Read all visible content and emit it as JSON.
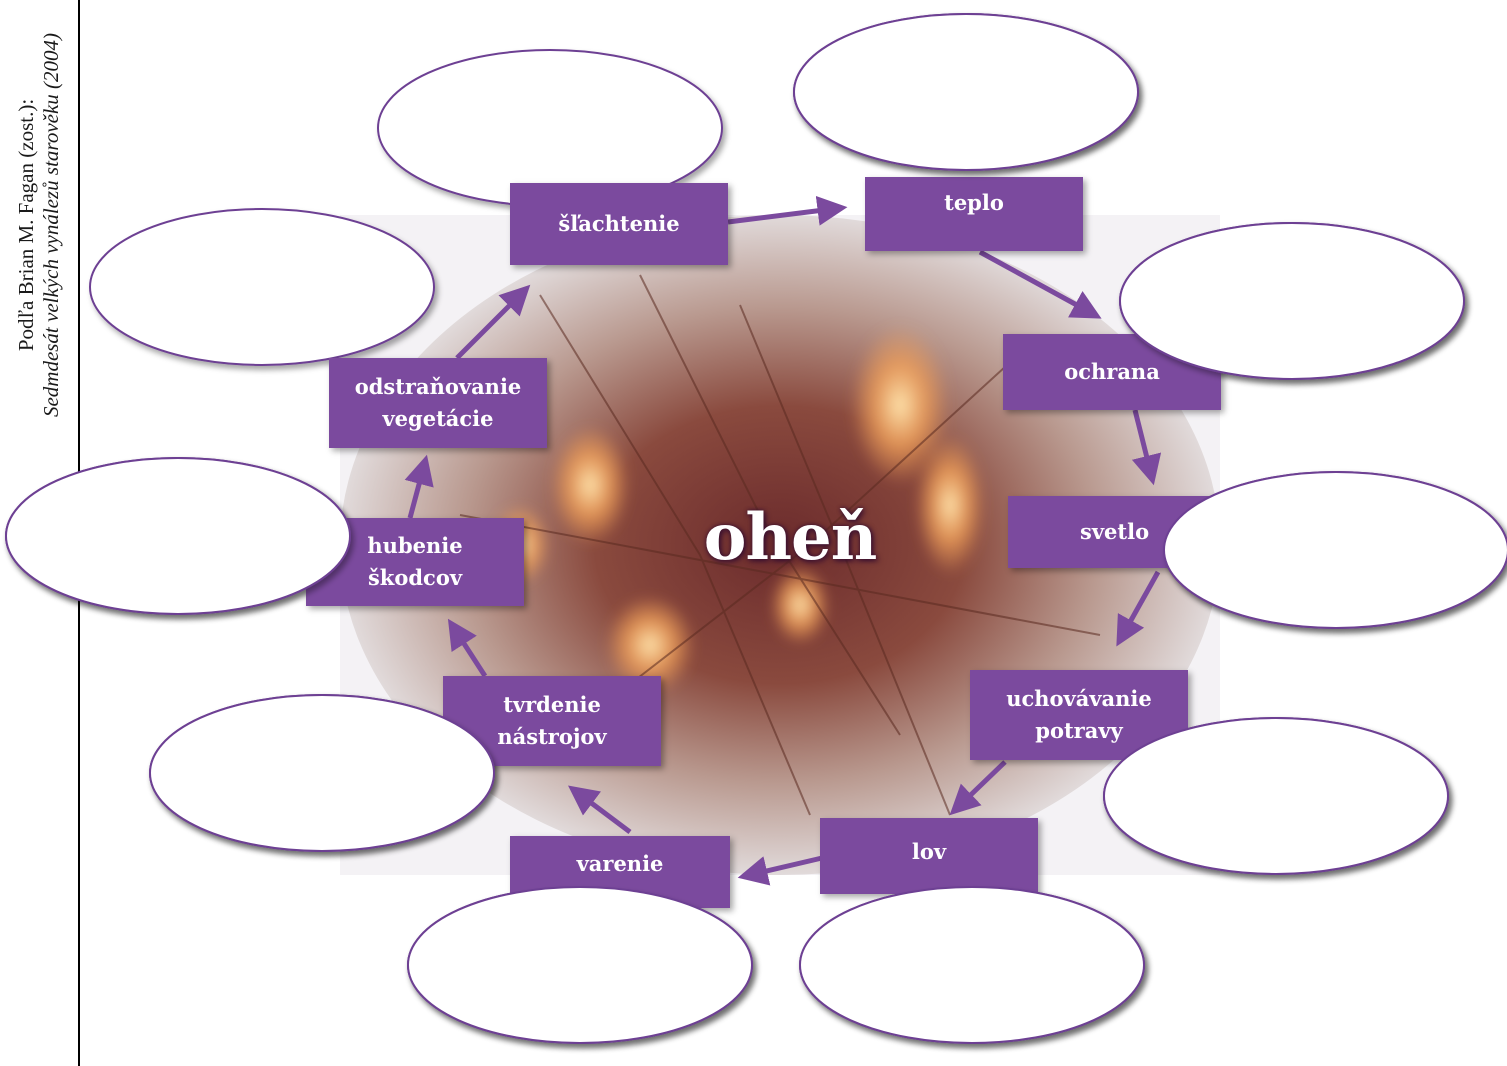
{
  "credit": {
    "line1": "Podľa Brian M. Fagan (zost.):",
    "line2": "Sedmdesát velkých vynálezů starověku (2004)"
  },
  "center": "oheň",
  "labels": {
    "slachtenie": "šľachtenie",
    "teplo": "teplo",
    "ochrana": "ochrana",
    "svetlo": "svetlo",
    "uchovavanie": "uchovávanie potravy",
    "lov": "lov",
    "varenie": "varenie",
    "tvrdenie": "tvrdenie nástrojov",
    "hubenie": "hubenie škodcov",
    "odstranovanie": "odstraňovanie vegetácie"
  },
  "colors": {
    "accent": "#7b4a9e",
    "ellipse_stroke": "#6d3f93"
  }
}
